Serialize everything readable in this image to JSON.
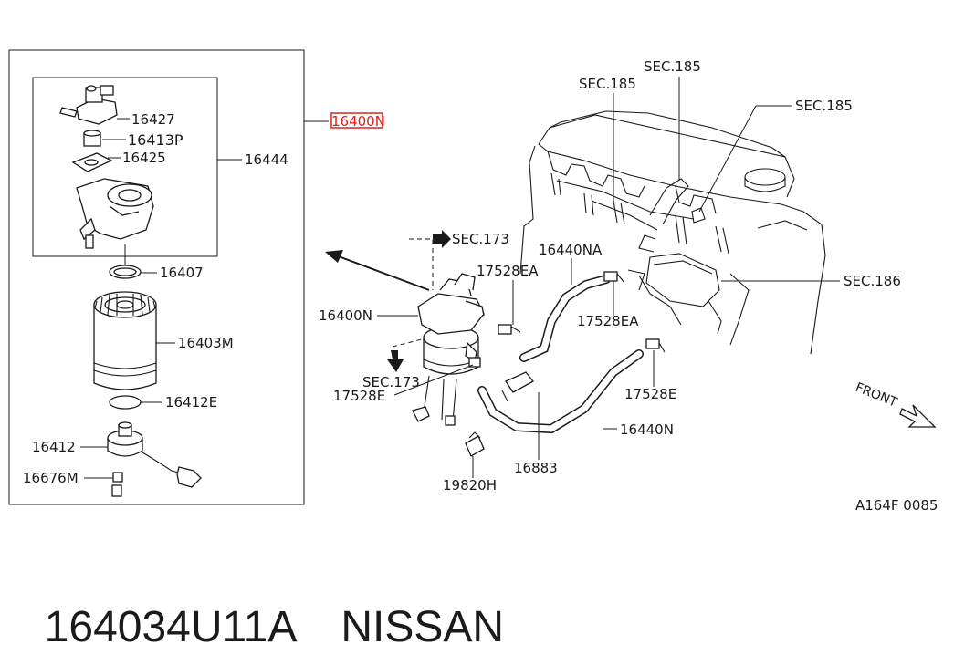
{
  "labels": {
    "p16427": "16427",
    "p16413P": "16413P",
    "p16425": "16425",
    "p16444": "16444",
    "p16400N_hl": "16400N",
    "p16407": "16407",
    "p16403M": "16403M",
    "p16412E": "16412E",
    "p16412": "16412",
    "p16676M": "16676M",
    "sec185_a": "SEC.185",
    "sec185_b": "SEC.185",
    "sec185_c": "SEC.185",
    "sec173_a": "SEC.173",
    "sec173_b": "SEC.173",
    "p16440NA": "16440NA",
    "p17528EA_a": "17528EA",
    "p17528EA_b": "17528EA",
    "sec186": "SEC.186",
    "p16400N": "16400N",
    "p17528E_a": "17528E",
    "p17528E_b": "17528E",
    "p16440N": "16440N",
    "p16883": "16883",
    "p19820H": "19820H",
    "front": "FRONT",
    "figure_code": "A164F 0085"
  },
  "caption": {
    "part_number": "164034U11A",
    "brand": "NISSAN"
  },
  "colors": {
    "highlight": "#e0201c",
    "ink": "#1a1a1a"
  }
}
